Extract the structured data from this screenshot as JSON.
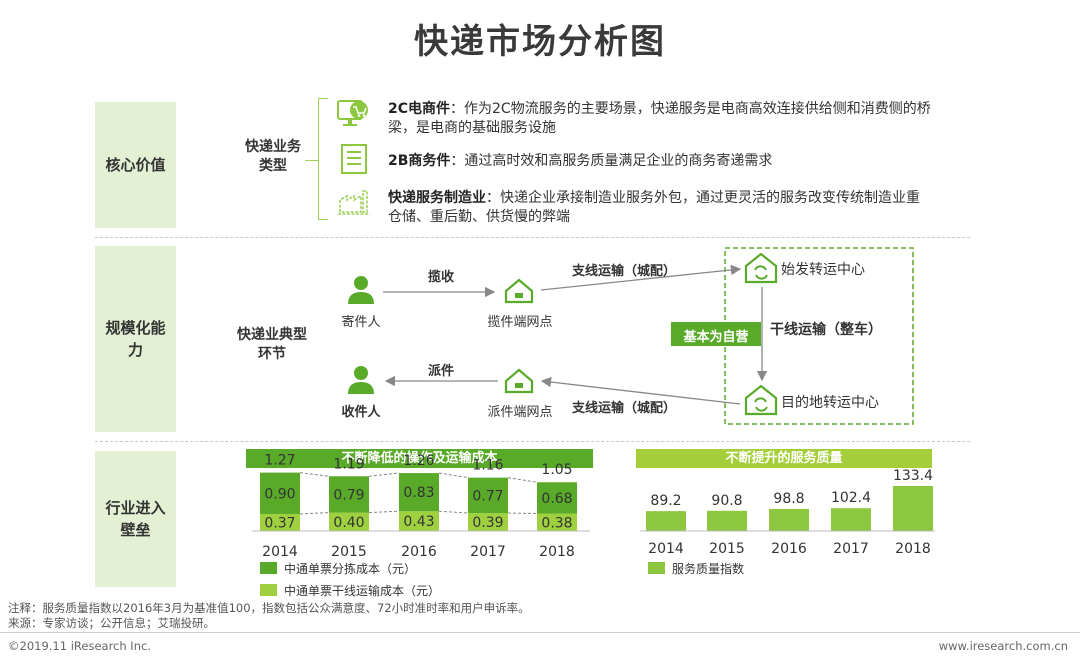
{
  "title": "快递市场分析图",
  "rows": {
    "core": "核心价值",
    "scale": "规模化能力",
    "barrier": "行业进入壁垒"
  },
  "core_section": {
    "category": "快递业务类型",
    "items": [
      {
        "name": "2C电商件",
        "sep": "：",
        "text_line1": "作为2C物流服务的主要场景，快递服务是电商高效连接供给侧和消费侧的桥",
        "text_line2": "梁，是电商的基础服务设施",
        "icon": "cart-screen-icon"
      },
      {
        "name": "2B商务件",
        "sep": "：",
        "text_line1": "通过高时效和高服务质量满足企业的商务寄递需求",
        "text_line2": "",
        "icon": "document-icon"
      },
      {
        "name": "快递服务制造业",
        "sep": "：",
        "text_line1": "快递企业承接制造业服务外包，通过更灵活的服务改变传统制造业重",
        "text_line2": "仓储、重后勤、供货慢的弊端",
        "icon": "factory-icon"
      }
    ]
  },
  "scale_section": {
    "category": "快递业典型环节",
    "sender": "寄件人",
    "receiver": "收件人",
    "pickup_point": "揽件端网点",
    "delivery_point": "派件端网点",
    "origin_hub": "始发转运中心",
    "dest_hub": "目的地转运中心",
    "pickup_action": "揽收",
    "delivery_action": "派件",
    "branch_top": "支线运输（城配）",
    "branch_bottom": "支线运输（城配）",
    "trunk": "干线运输（整车）",
    "self_operated": "基本为自营",
    "accent": "#5aaa2a"
  },
  "chart_data": [
    {
      "type": "bar",
      "title": "不断降低的操作及运输成本",
      "categories": [
        "2014",
        "2015",
        "2016",
        "2017",
        "2018"
      ],
      "totals": [
        "1.27",
        "1.19",
        "1.26",
        "1.16",
        "1.05"
      ],
      "series": [
        {
          "name": "中通单票分拣成本（元）",
          "values": [
            0.9,
            0.79,
            0.83,
            0.77,
            0.68
          ],
          "color": "#5aaa2a"
        },
        {
          "name": "中通单票干线运输成本（元）",
          "values": [
            0.37,
            0.4,
            0.43,
            0.39,
            0.38
          ],
          "color": "#9fd040"
        }
      ],
      "ylim": [
        0,
        1.4
      ]
    },
    {
      "type": "bar",
      "title": "不断提升的服务质量",
      "categories": [
        "2014",
        "2015",
        "2016",
        "2017",
        "2018"
      ],
      "series": [
        {
          "name": "服务质量指数",
          "values": [
            89.2,
            90.8,
            98.8,
            102.4,
            133.4
          ],
          "color": "#8dc63f"
        }
      ],
      "ylim": [
        0,
        140
      ]
    }
  ],
  "colors": {
    "row_bg": "#e3f0d4",
    "dark_green": "#5aaa2a",
    "light_green": "#9fd040",
    "header_light": "#a5cf3a"
  },
  "notes": {
    "note": "注释：服务质量指数以2016年3月为基准值100，指数包括公众满意度、72小时准时率和用户申诉率。",
    "source": "来源：专家访谈；公开信息；艾瑞投研。"
  },
  "footer": {
    "copyright": "©2019.11 iResearch Inc.",
    "website": "www.iresearch.com.cn"
  }
}
